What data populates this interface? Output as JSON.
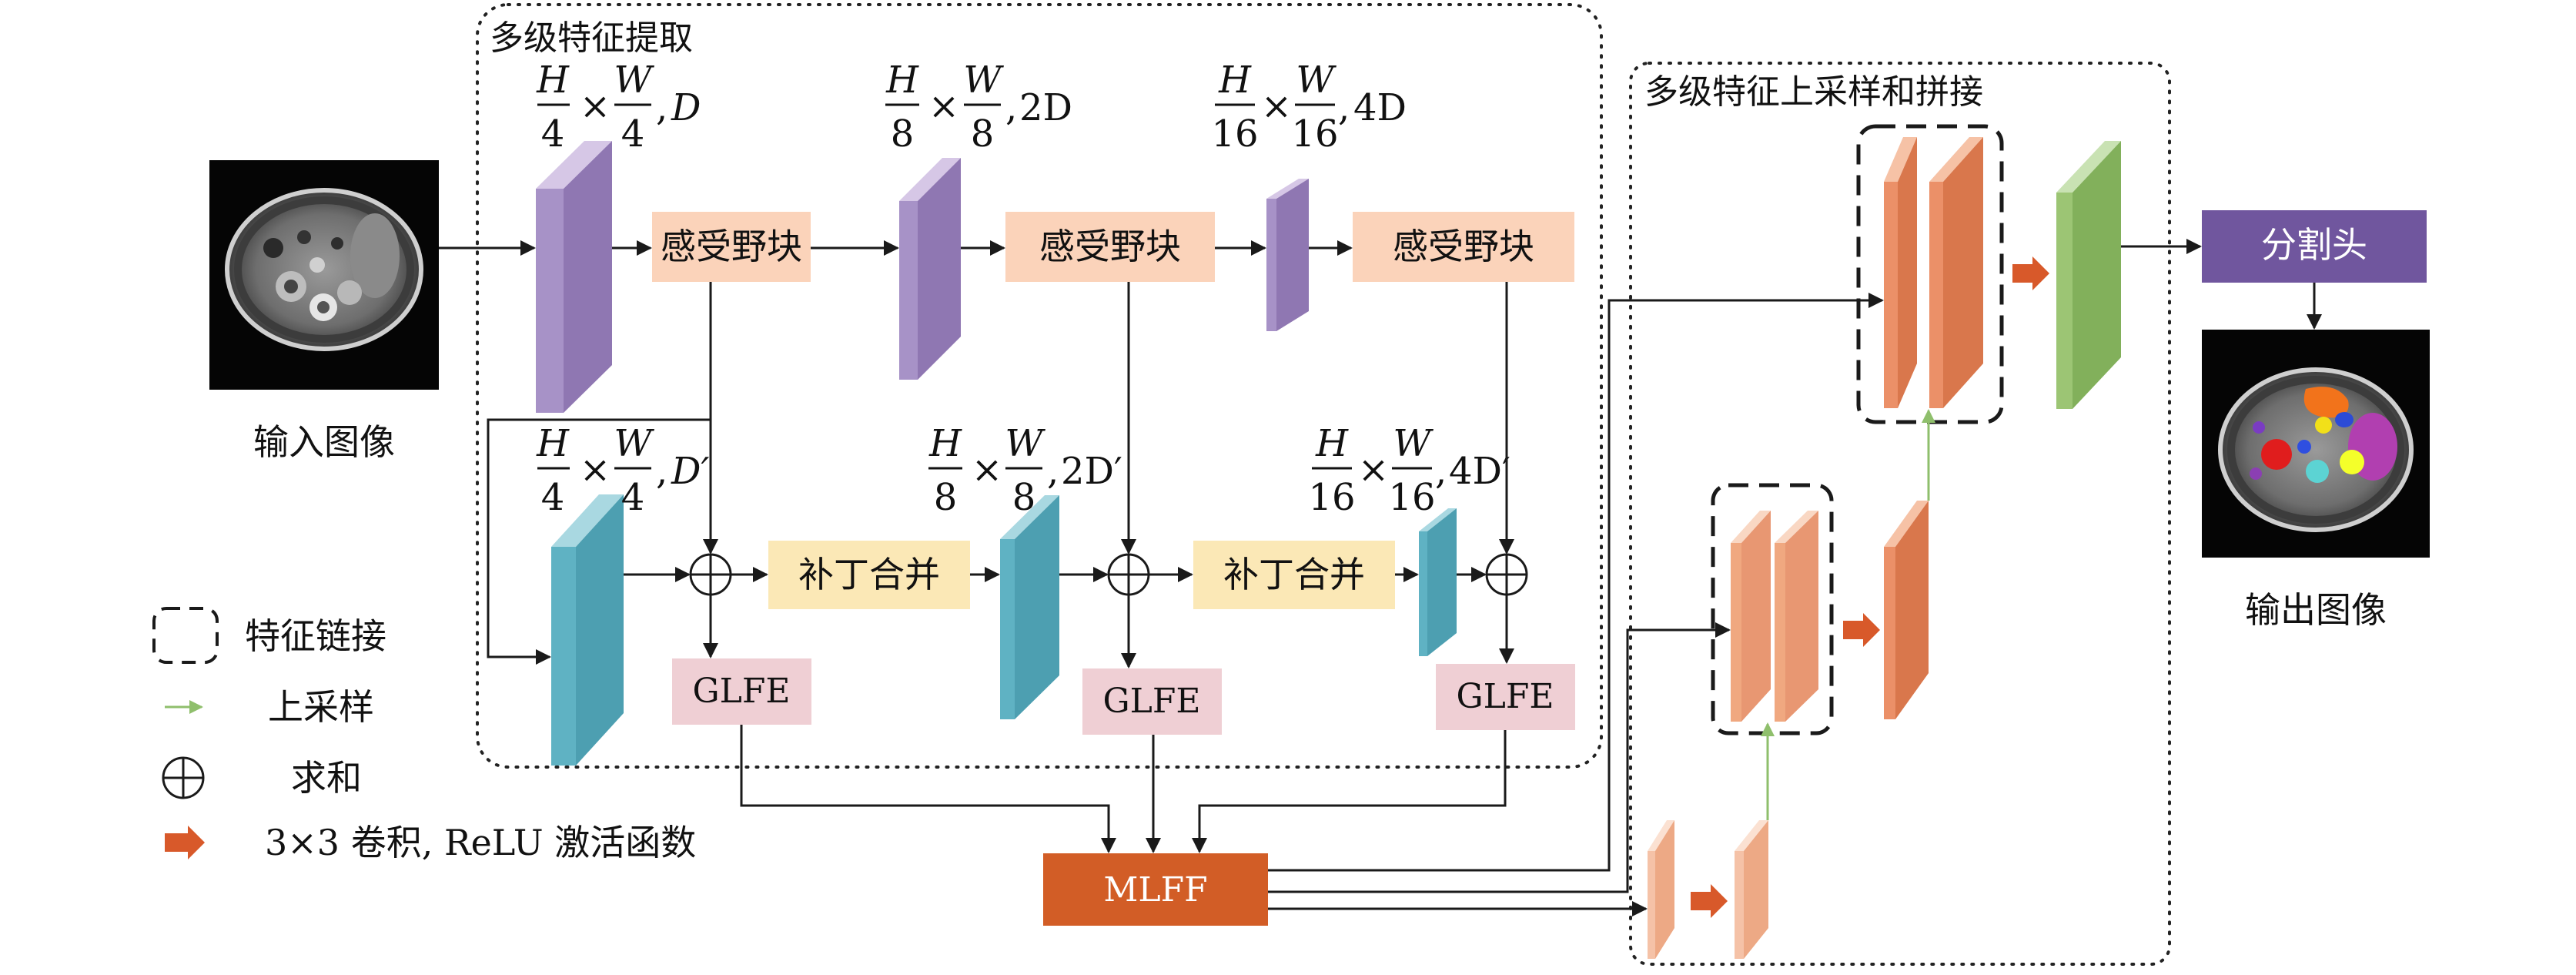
{
  "groups": {
    "extraction_title": "多级特征提取",
    "upsample_title": "多级特征上采样和拼接"
  },
  "images": {
    "input_label": "输入图像",
    "output_label": "输出图像"
  },
  "dims": {
    "d1": {
      "num1": "H",
      "den1": "4",
      "num2": "W",
      "den2": "4",
      "ch": "D"
    },
    "d2": {
      "num1": "H",
      "den1": "8",
      "num2": "W",
      "den2": "8",
      "ch": "2D"
    },
    "d3": {
      "num1": "H",
      "den1": "16",
      "num2": "W",
      "den2": "16",
      "ch": "4D"
    },
    "p1": {
      "num1": "H",
      "den1": "4",
      "num2": "W",
      "den2": "4",
      "ch": "D′"
    },
    "p2": {
      "num1": "H",
      "den1": "8",
      "num2": "W",
      "den2": "8",
      "ch": "2D′"
    },
    "p3": {
      "num1": "H",
      "den1": "16",
      "num2": "W",
      "den2": "16",
      "ch": "4D′"
    }
  },
  "blocks": {
    "rf1": "感受野块",
    "rf2": "感受野块",
    "rf3": "感受野块",
    "pm1": "补丁合并",
    "pm2": "补丁合并",
    "glfe1": "GLFE",
    "glfe2": "GLFE",
    "glfe3": "GLFE",
    "mlff": "MLFF",
    "seg_head": "分割头"
  },
  "legend": {
    "concat": "特征链接",
    "upsample": "上采样",
    "sum": "求和",
    "conv": "3×3 卷积, ReLU 激活函数"
  },
  "colors": {
    "purple": "#a792c7",
    "teal": "#5fb2c3",
    "peach": "#fbd3ba",
    "cream": "#fbe8b6",
    "pink": "#efcfd4",
    "mlff": "#d25d26",
    "seg_head": "#70569e",
    "green": "#9cc574",
    "orange": "#eb9068",
    "salmon": "#f0a880",
    "light_salmon": "#f5c2a7",
    "arrow_orange": "#d8592a"
  }
}
